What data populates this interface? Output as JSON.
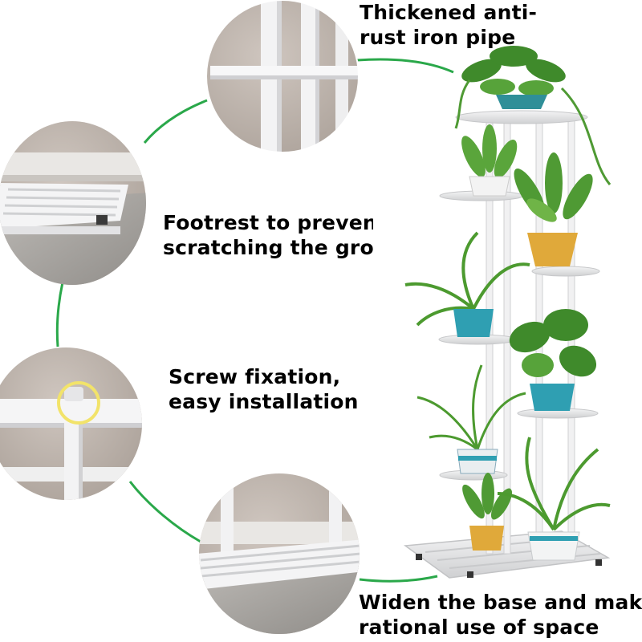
{
  "captions": {
    "pipe": {
      "line1": "Thickened anti-",
      "line2": "rust iron pipe"
    },
    "footrest": {
      "line1": "Footrest to prevent",
      "line2": "scratching the ground"
    },
    "screw": {
      "line1": "Screw fixation,",
      "line2": "easy installation"
    },
    "base": {
      "line1": "Widen the base and make",
      "line2": "rational use of space"
    }
  },
  "colors": {
    "connector": "#2aa84a",
    "frame": "#e9e9ea",
    "wall": "#b8aea6",
    "floor": "#a9a6a2",
    "pot_yellow": "#e0a93a",
    "pot_teal": "#2f9fb2",
    "leaf": "#4f9a34"
  }
}
